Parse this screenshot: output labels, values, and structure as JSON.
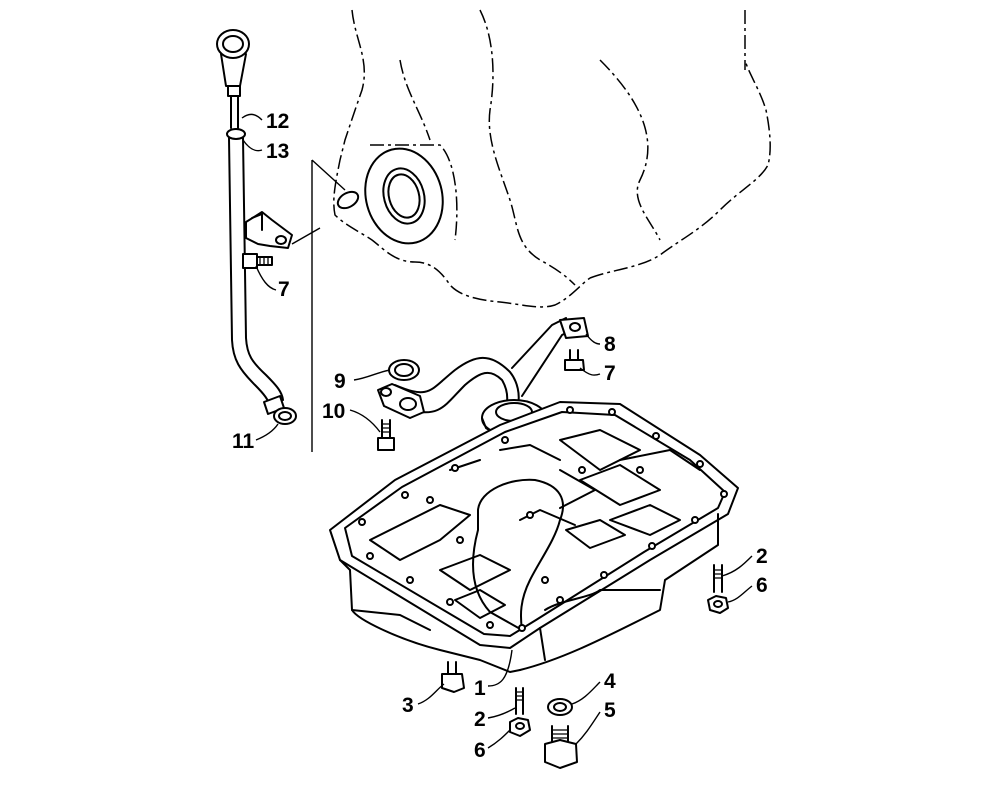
{
  "diagram": {
    "callouts": [
      {
        "id": "c1",
        "label": "1",
        "part": "oil-pan"
      },
      {
        "id": "c2a",
        "label": "2",
        "part": "stud-right"
      },
      {
        "id": "c2b",
        "label": "2",
        "part": "stud-bottom"
      },
      {
        "id": "c3",
        "label": "3",
        "part": "bolt-flange"
      },
      {
        "id": "c4",
        "label": "4",
        "part": "washer"
      },
      {
        "id": "c5",
        "label": "5",
        "part": "drain-plug"
      },
      {
        "id": "c6a",
        "label": "6",
        "part": "nut-right"
      },
      {
        "id": "c6b",
        "label": "6",
        "part": "nut-bottom"
      },
      {
        "id": "c7a",
        "label": "7",
        "part": "bolt-dipstick-bracket"
      },
      {
        "id": "c7b",
        "label": "7",
        "part": "bolt-strainer-bracket"
      },
      {
        "id": "c8",
        "label": "8",
        "part": "oil-strainer"
      },
      {
        "id": "c9",
        "label": "9",
        "part": "o-ring-strainer"
      },
      {
        "id": "c10",
        "label": "10",
        "part": "bolt-strainer-flange"
      },
      {
        "id": "c11",
        "label": "11",
        "part": "o-ring-dipstick"
      },
      {
        "id": "c12",
        "label": "12",
        "part": "dipstick"
      },
      {
        "id": "c13",
        "label": "13",
        "part": "dipstick-tube"
      }
    ]
  }
}
